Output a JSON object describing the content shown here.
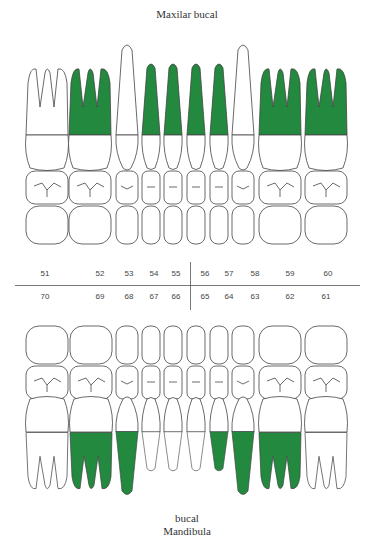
{
  "diagram": {
    "labels": [
      "Maxilar bucal",
      "51",
      "52",
      "53",
      "54",
      "55",
      "56",
      "57",
      "58",
      "59",
      "60",
      "70",
      "69",
      "68",
      "67",
      "66",
      "65",
      "64",
      "63",
      "62",
      "61",
      "bucal Mandibula"
    ]
  }
}
